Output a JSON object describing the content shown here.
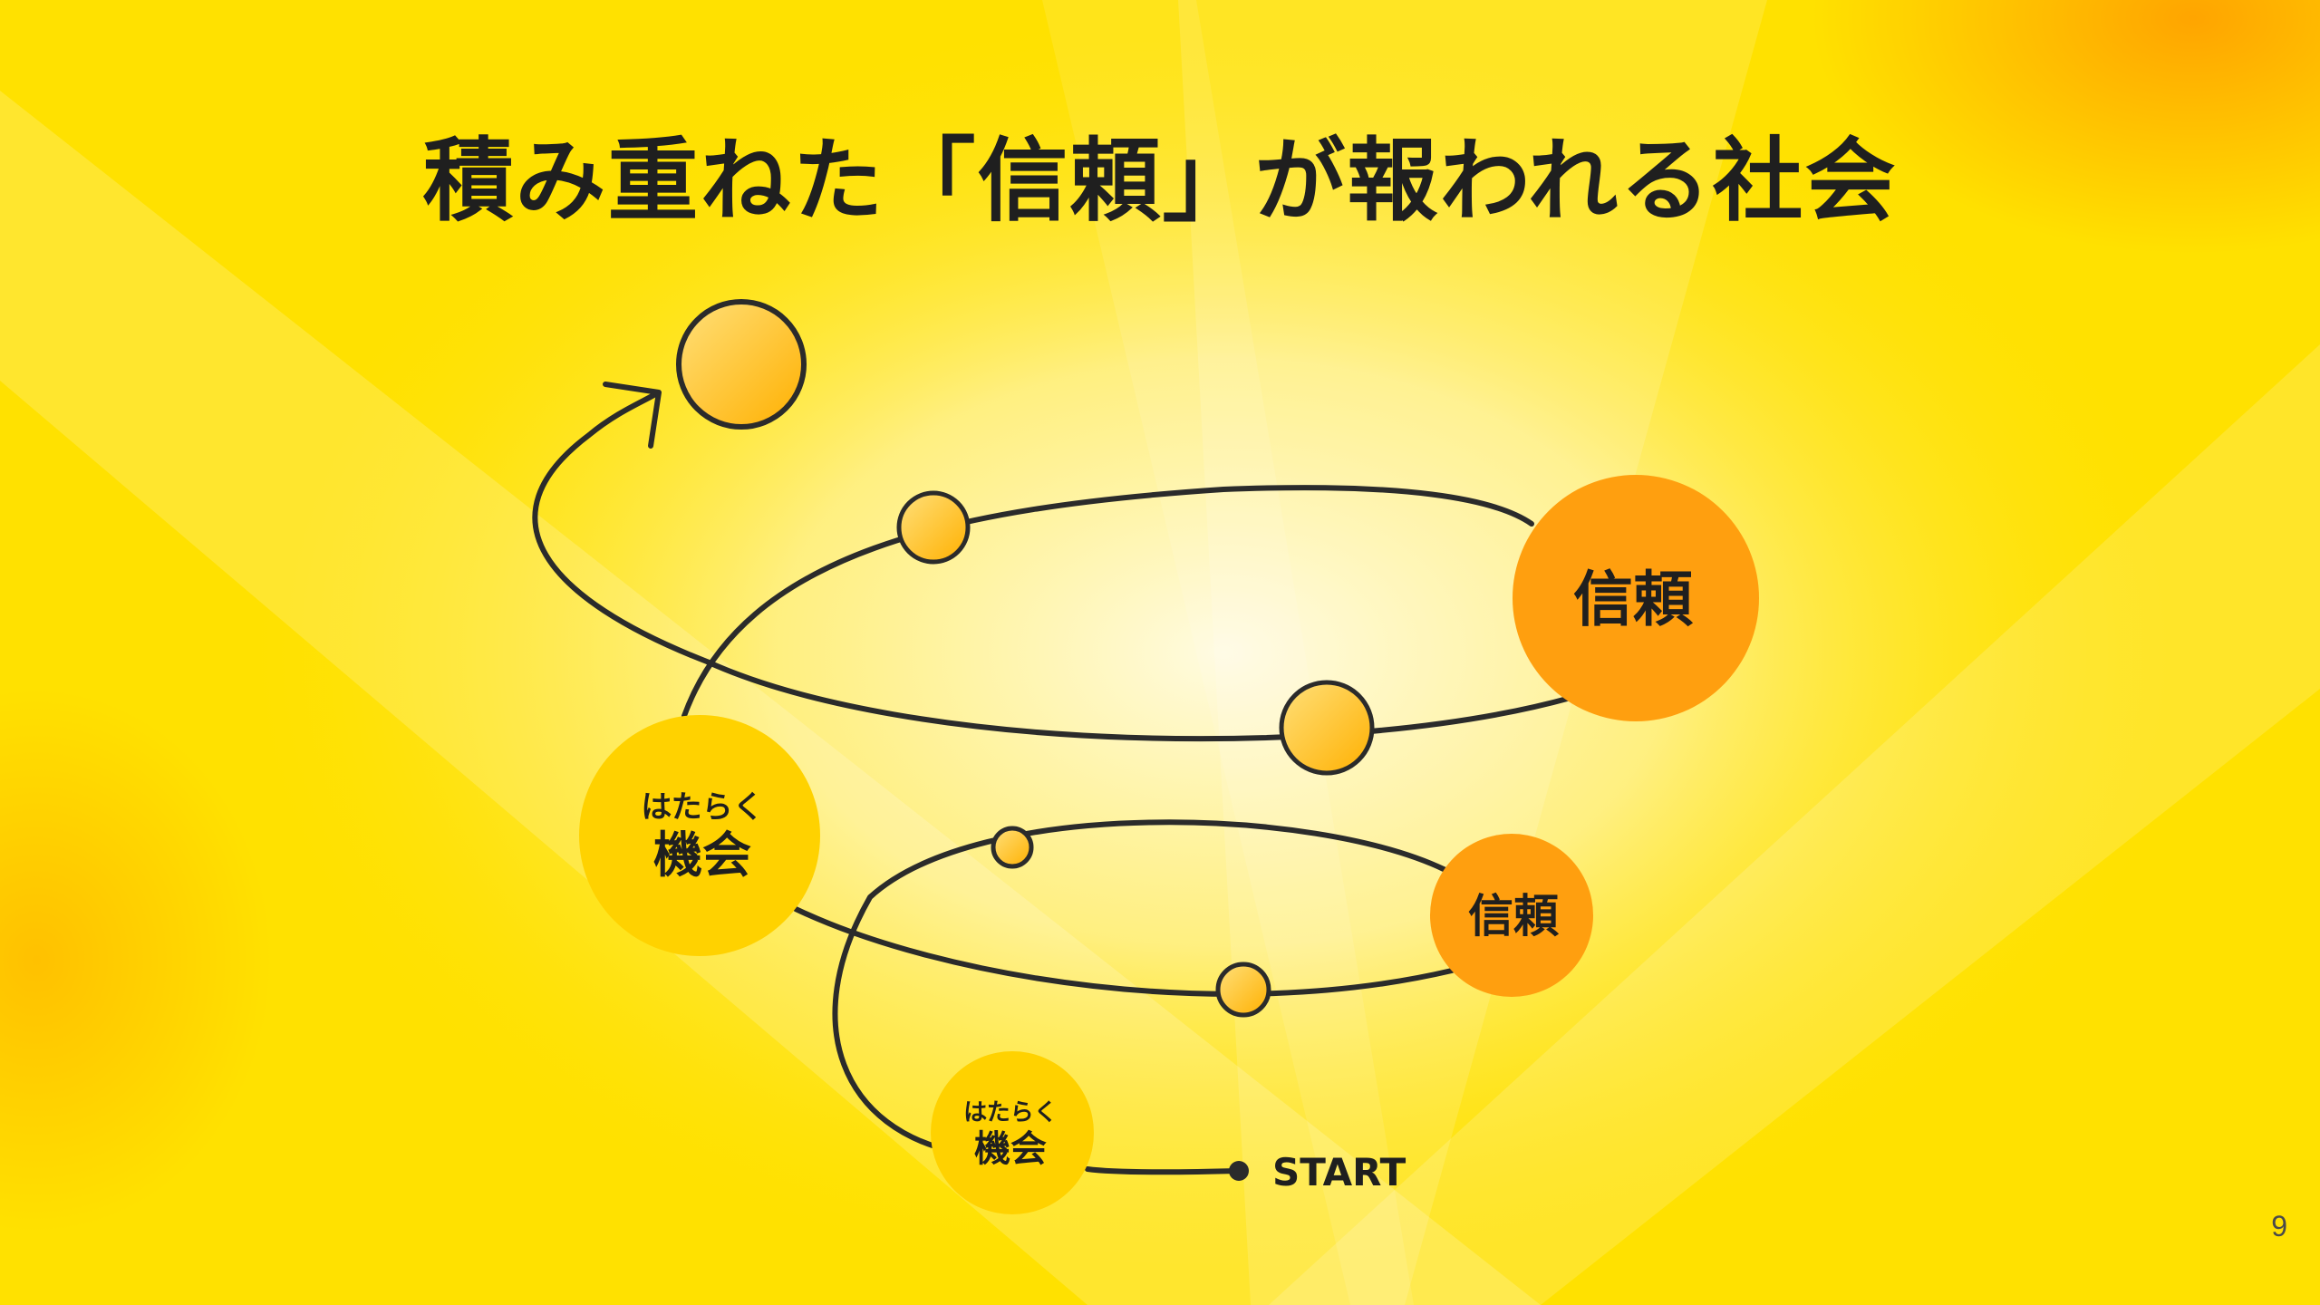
{
  "slide": {
    "title": "積み重ねた「信頼」が報われる社会",
    "page_number": "9"
  },
  "diagram": {
    "start_label": "START",
    "nodes": {
      "opportunity_small": {
        "top_text": "はたらく",
        "main_text": "機会"
      },
      "trust_small": {
        "main_text": "信頼"
      },
      "opportunity_large": {
        "top_text": "はたらく",
        "main_text": "機会"
      },
      "trust_large": {
        "main_text": "信頼"
      }
    }
  },
  "colors": {
    "background": "#ffe100",
    "opportunity_fill": "#ffd200",
    "trust_fill": "#ff9f0f",
    "line": "#2b2b2b",
    "text": "#1f1f1f"
  }
}
